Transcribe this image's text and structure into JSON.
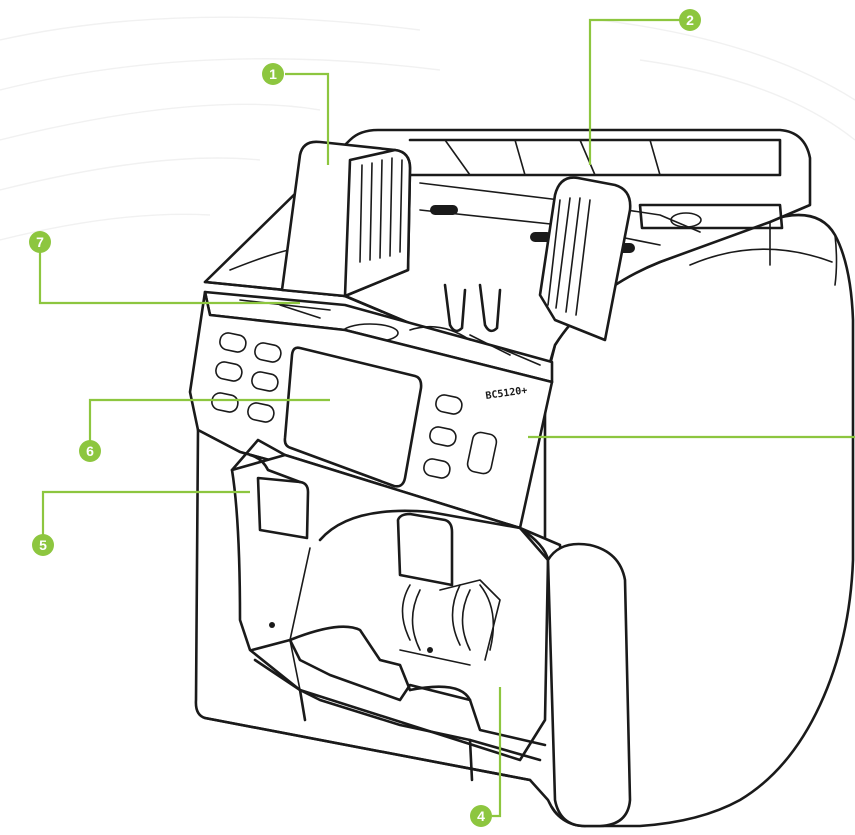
{
  "diagram": {
    "model_label": "BC5120+",
    "callouts": [
      {
        "id": "1",
        "label": "1"
      },
      {
        "id": "2",
        "label": "2"
      },
      {
        "id": "4",
        "label": "4"
      },
      {
        "id": "5",
        "label": "5"
      },
      {
        "id": "6",
        "label": "6"
      },
      {
        "id": "7",
        "label": "7"
      }
    ],
    "colors": {
      "accent": "#8dc63f",
      "outline": "#1a1a1a",
      "background": "#ffffff"
    }
  }
}
